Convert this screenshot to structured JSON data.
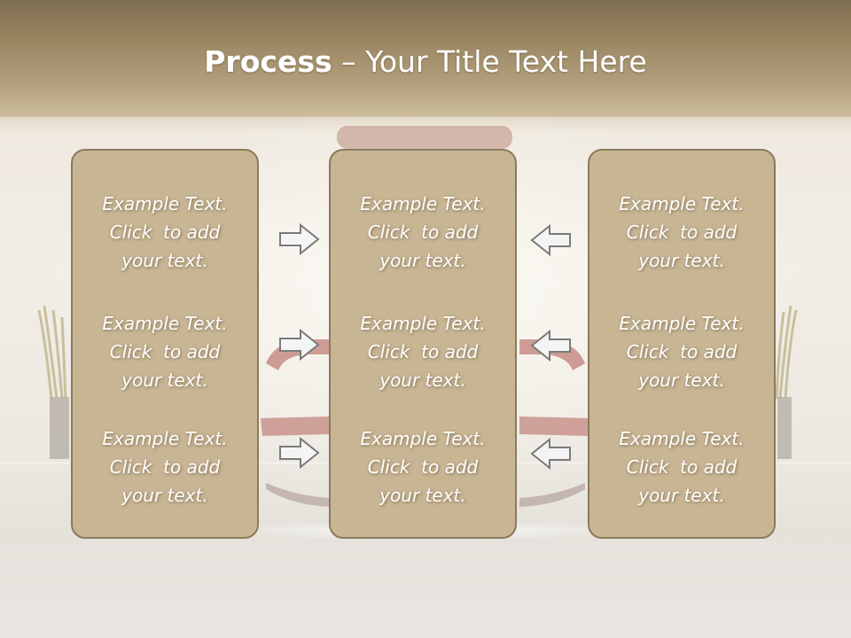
{
  "title": {
    "bold": "Process",
    "rest": " – Your Title Text Here"
  },
  "panels": [
    {
      "id": "left",
      "items": [
        [
          "Example Text.",
          "Click  to add",
          "your text."
        ],
        [
          "Example Text.",
          "Click  to add",
          "your text."
        ],
        [
          "Example Text.",
          "Click  to add",
          "your text."
        ]
      ]
    },
    {
      "id": "middle",
      "items": [
        [
          "Example Text.",
          "Click  to add",
          "your text."
        ],
        [
          "Example Text.",
          "Click  to add",
          "your text."
        ],
        [
          "Example Text.",
          "Click  to add",
          "your text."
        ]
      ]
    },
    {
      "id": "right",
      "items": [
        [
          "Example Text.",
          "Click  to add",
          "your text."
        ],
        [
          "Example Text.",
          "Click  to add",
          "your text."
        ],
        [
          "Example Text.",
          "Click  to add",
          "your text."
        ]
      ]
    }
  ],
  "arrows": {
    "left_group": {
      "direction": "right",
      "icon": "arrow-right-icon"
    },
    "right_group": {
      "direction": "left",
      "icon": "arrow-left-icon"
    }
  },
  "colors": {
    "panel_fill": "#c8b594",
    "panel_border": "#8c7a5e",
    "arrow_fill": "#f4f4f4",
    "arrow_stroke": "#7a7a7a",
    "title_text": "#ffffff",
    "top_band": "#8f7c5a"
  }
}
